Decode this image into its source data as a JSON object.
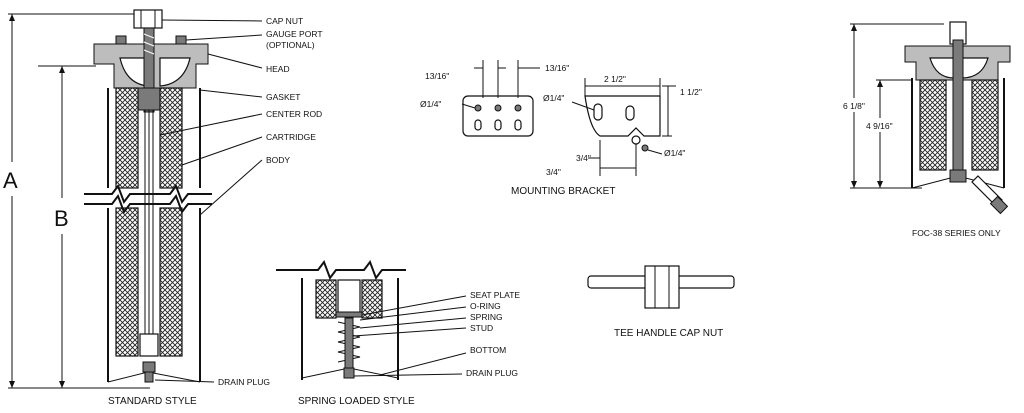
{
  "standard": {
    "cap_nut": "CAP NUT",
    "gauge_port": "GAUGE PORT",
    "optional": "(OPTIONAL)",
    "head": "HEAD",
    "gasket": "GASKET",
    "center_rod": "CENTER ROD",
    "cartridge": "CARTRIDGE",
    "body": "BODY",
    "drain_plug": "DRAIN PLUG",
    "caption": "STANDARD STYLE",
    "dim_a": "A",
    "dim_b": "B"
  },
  "spring": {
    "seat_plate": "SEAT PLATE",
    "o_ring": "O-RING",
    "spring": "SPRING",
    "stud": "STUD",
    "bottom": "BOTTOM",
    "drain_plug": "DRAIN PLUG",
    "caption": "SPRING LOADED STYLE"
  },
  "bracket": {
    "d1": "13/16\"",
    "d2": "13/16\"",
    "d3": "2 1/2\"",
    "d4": "1 1/2\"",
    "hole1": "Ø1/4\"",
    "hole2": "Ø1/4\"",
    "hole3": "Ø1/4\"",
    "d5": "3/4\"",
    "d6": "3/4\"",
    "caption": "MOUNTING BRACKET"
  },
  "tee": {
    "caption": "TEE HANDLE CAP NUT"
  },
  "foc": {
    "dim1": "6 1/8\"",
    "dim2": "4 9/16\"",
    "caption": "FOC-38 SERIES ONLY"
  }
}
